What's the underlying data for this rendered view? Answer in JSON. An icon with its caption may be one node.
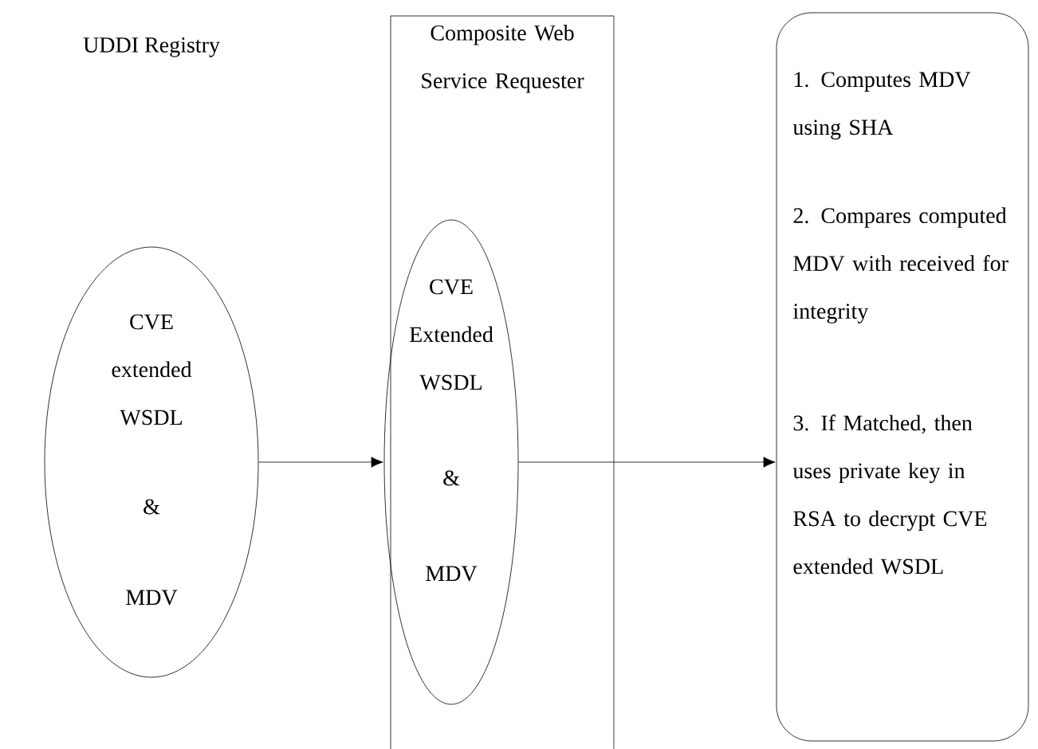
{
  "diagram": {
    "nodes": [
      {
        "text": [
          "CVE extended WSDL",
          "&",
          "MDV"
        ]
      },
      {
        "text": [
          "Composite Web Service Requester"
        ]
      },
      {
        "text": [
          "CVE Extended WSDL",
          "&",
          "MDV"
        ],
        "in": 1
      },
      {
        "text": [
          "1. Computes MDV using SHA",
          "2. Compares computed MDV with received for integrity",
          "3. If Matched, then uses private key in RSA  to decrypt CVE extended WSDL"
        ]
      }
    ],
    "edges": [
      {
        "from": 0,
        "to": 2,
        "arrow": "to"
      },
      {
        "from": 2,
        "to": 3,
        "arrow": "to"
      }
    ],
    "labels": [
      "UDDI Registry"
    ]
  }
}
